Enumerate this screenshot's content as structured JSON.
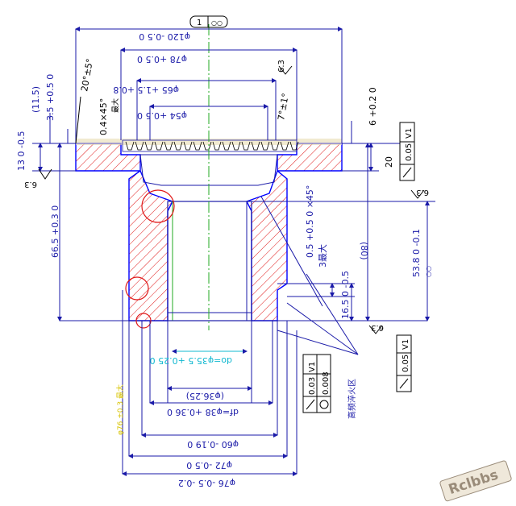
{
  "colors": {
    "dimension": "#1a1aa8",
    "outline": "#0000ff",
    "hatch": "#e01818",
    "centerline": "#22aa22",
    "cyan": "#10b8d0",
    "yellow": "#d8c400",
    "black": "#000000",
    "watermark": "#9a8c7a"
  },
  "top_dims": {
    "d120": "φ120 -0.5 0",
    "d78": "φ78 +0.5 0",
    "d65": "φ65 +1.5 +0.8",
    "d54": "φ54 +0.5 0",
    "top_box_number": "1",
    "top_box_symbol": "○○"
  },
  "left_dims": {
    "angle20": "20°±5°",
    "chamfer04": "0.4×45°",
    "chamfer04_note": "最大",
    "h35": "3.5 +0.5 0",
    "h115": "(11.5)",
    "h13": "13 0 -0.5",
    "h665": "66.5 +0.3 0",
    "rough_left": "6.3"
  },
  "right_dims": {
    "angle7": "7°±1°",
    "rough_top": "6.3",
    "h6": "6 +0.2 0",
    "h20": "20",
    "h80": "(80)",
    "chamfer05": "0.5 +0.5 0 ×45°",
    "note3": "3最大",
    "h165": "16.5 0 -0.5",
    "h538": "53.8 0 -0.1",
    "h538_sub": "○○",
    "rough_right": "6.3",
    "rough_bottom": "6.3"
  },
  "tolerance_frames": {
    "frame_top_value": "0.05",
    "frame_top_ref": "V1",
    "frame_right_value": "0.05",
    "frame_right_ref": "V1",
    "frame_bottom_value1": "0.03",
    "frame_bottom_ref1": "V1",
    "frame_bottom_value2": "0.008"
  },
  "bottom_dims": {
    "do": "do=φ35.5 +0.25 0",
    "d3625": "(φ36.25)",
    "df": "df=φ38 +0.36 0",
    "d60": "φ60 -0.19 0",
    "d72": "φ72 -0.5 0",
    "d76": "φ76 -0.5 -0.2",
    "yellow_note": "φ76 ±0.3 最大",
    "hardening": "高频淬火区"
  },
  "watermark": "Rclbbs"
}
